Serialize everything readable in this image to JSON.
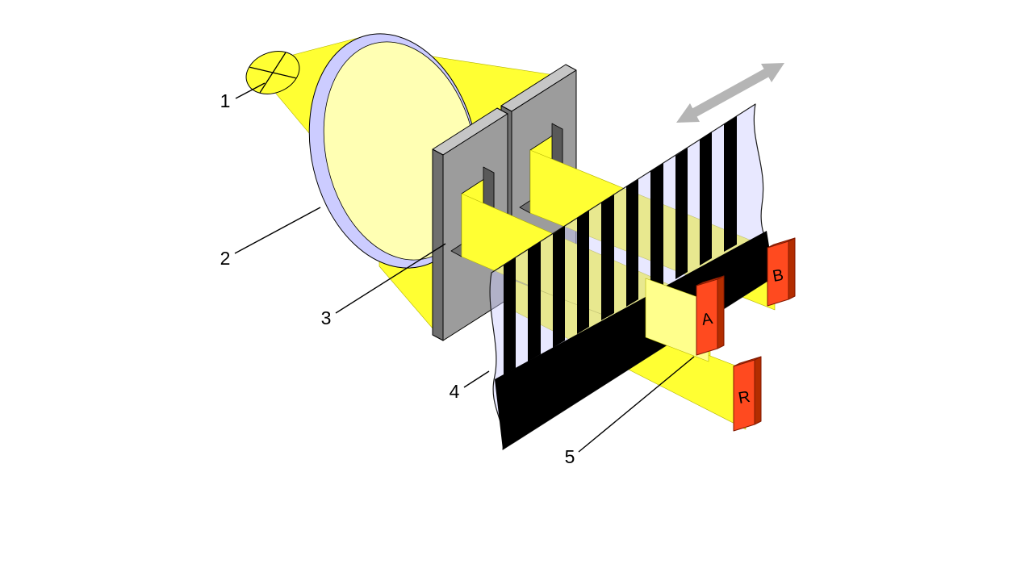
{
  "figure": {
    "callouts": [
      {
        "id": "light-source",
        "label": "1"
      },
      {
        "id": "condenser-lens",
        "label": "2"
      },
      {
        "id": "scanning-mask",
        "label": "3"
      },
      {
        "id": "code-scale",
        "label": "4"
      },
      {
        "id": "photodetectors",
        "label": "5"
      }
    ],
    "detectors": [
      {
        "id": "channel-a",
        "label": "A"
      },
      {
        "id": "channel-b",
        "label": "B"
      },
      {
        "id": "reference",
        "label": "R"
      }
    ],
    "icons": {
      "motion_direction": "double-headed-arrow",
      "lamp": "crossed-ellipse-bulb"
    },
    "colors": {
      "background": "#ffffff",
      "beam": "#ffff33",
      "beam_soft": "#ffff8c",
      "lens_fill": "#ffffb3",
      "lens_rim": "#ccccff",
      "film": "#ccccff",
      "stripe": "#000000",
      "plate": "#9c9c9c",
      "plate_top": "#c6c6c6",
      "plate_side": "#6f6f6f",
      "plate_inner": "#595959",
      "detector_front": "#ff4a1f",
      "detector_side": "#b32d00",
      "detector_top": "#e04312",
      "arrow": "#b5b5b5",
      "line": "#000000"
    }
  }
}
